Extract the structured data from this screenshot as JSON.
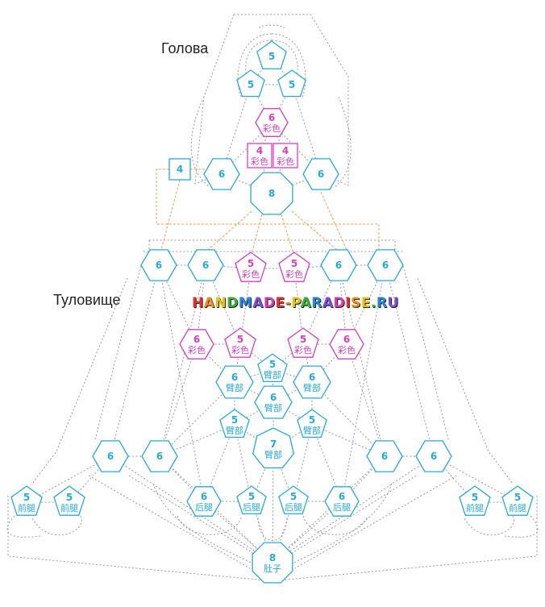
{
  "labels": {
    "head": "Голова",
    "torso": "Туловище"
  },
  "watermark": "HANDMADE-PARADISE.RU",
  "colors": {
    "blue": "#29a9d6",
    "magenta": "#d63fbf",
    "gray_line": "#9a9a9a",
    "orange_line": "#f0a05a"
  },
  "nodes": [
    {
      "id": "h1",
      "shape": "pent",
      "num": "5",
      "sub": "",
      "color": "blue"
    },
    {
      "id": "h2",
      "shape": "pent",
      "num": "5",
      "sub": "",
      "color": "blue"
    },
    {
      "id": "h3",
      "shape": "pent",
      "num": "5",
      "sub": "",
      "color": "blue"
    },
    {
      "id": "h4",
      "shape": "hex",
      "num": "6",
      "sub": "彩色",
      "color": "magenta"
    },
    {
      "id": "h5",
      "shape": "sq",
      "num": "4",
      "sub": "彩色",
      "color": "magenta"
    },
    {
      "id": "h6",
      "shape": "sq",
      "num": "4",
      "sub": "彩色",
      "color": "magenta"
    },
    {
      "id": "h7",
      "shape": "sq",
      "num": "4",
      "sub": "",
      "color": "blue"
    },
    {
      "id": "h8",
      "shape": "hex",
      "num": "6",
      "sub": "",
      "color": "blue"
    },
    {
      "id": "h9",
      "shape": "hex",
      "num": "6",
      "sub": "",
      "color": "blue"
    },
    {
      "id": "h10",
      "shape": "oct",
      "num": "8",
      "sub": "",
      "color": "blue"
    },
    {
      "id": "t1",
      "shape": "hex",
      "num": "6",
      "sub": "",
      "color": "blue"
    },
    {
      "id": "t2",
      "shape": "hex",
      "num": "6",
      "sub": "",
      "color": "blue"
    },
    {
      "id": "t3",
      "shape": "pent",
      "num": "5",
      "sub": "彩色",
      "color": "magenta"
    },
    {
      "id": "t4",
      "shape": "pent",
      "num": "5",
      "sub": "彩色",
      "color": "magenta"
    },
    {
      "id": "t5",
      "shape": "hex",
      "num": "6",
      "sub": "",
      "color": "blue"
    },
    {
      "id": "t6",
      "shape": "hex",
      "num": "6",
      "sub": "",
      "color": "blue"
    },
    {
      "id": "t7",
      "shape": "hex",
      "num": "6",
      "sub": "彩色",
      "color": "magenta"
    },
    {
      "id": "t8",
      "shape": "pent",
      "num": "5",
      "sub": "彩色",
      "color": "magenta"
    },
    {
      "id": "t9",
      "shape": "pent",
      "num": "5",
      "sub": "彩色",
      "color": "magenta"
    },
    {
      "id": "t10",
      "shape": "hex",
      "num": "6",
      "sub": "彩色",
      "color": "magenta"
    },
    {
      "id": "a1",
      "shape": "pent",
      "num": "5",
      "sub": "臂部",
      "color": "blue"
    },
    {
      "id": "a2",
      "shape": "hex",
      "num": "6",
      "sub": "臂部",
      "color": "blue"
    },
    {
      "id": "a3",
      "shape": "hex",
      "num": "6",
      "sub": "臂部",
      "color": "blue"
    },
    {
      "id": "a4",
      "shape": "hex",
      "num": "6",
      "sub": "臂部",
      "color": "blue"
    },
    {
      "id": "a5",
      "shape": "pent",
      "num": "5",
      "sub": "臂部",
      "color": "blue"
    },
    {
      "id": "a6",
      "shape": "pent",
      "num": "5",
      "sub": "臂部",
      "color": "blue"
    },
    {
      "id": "a7",
      "shape": "hept",
      "num": "7",
      "sub": "臂部",
      "color": "blue"
    },
    {
      "id": "s1",
      "shape": "hex",
      "num": "6",
      "sub": "",
      "color": "blue"
    },
    {
      "id": "s2",
      "shape": "hex",
      "num": "6",
      "sub": "",
      "color": "blue"
    },
    {
      "id": "s3",
      "shape": "hex",
      "num": "6",
      "sub": "",
      "color": "blue"
    },
    {
      "id": "s4",
      "shape": "hex",
      "num": "6",
      "sub": "",
      "color": "blue"
    },
    {
      "id": "f1",
      "shape": "pent",
      "num": "5",
      "sub": "前腿",
      "color": "blue"
    },
    {
      "id": "f2",
      "shape": "pent",
      "num": "5",
      "sub": "前腿",
      "color": "blue"
    },
    {
      "id": "f3",
      "shape": "pent",
      "num": "5",
      "sub": "前腿",
      "color": "blue"
    },
    {
      "id": "f4",
      "shape": "pent",
      "num": "5",
      "sub": "前腿",
      "color": "blue"
    },
    {
      "id": "b1",
      "shape": "hex",
      "num": "6",
      "sub": "后腿",
      "color": "blue"
    },
    {
      "id": "b2",
      "shape": "pent",
      "num": "5",
      "sub": "后腿",
      "color": "blue"
    },
    {
      "id": "b3",
      "shape": "pent",
      "num": "5",
      "sub": "后腿",
      "color": "blue"
    },
    {
      "id": "b4",
      "shape": "hex",
      "num": "6",
      "sub": "后腿",
      "color": "blue"
    },
    {
      "id": "bl",
      "shape": "oct",
      "num": "8",
      "sub": "肚子",
      "color": "blue"
    }
  ]
}
